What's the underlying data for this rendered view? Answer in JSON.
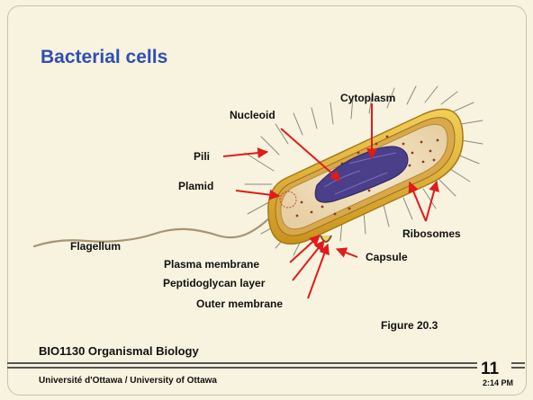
{
  "slide": {
    "title": "Bacterial cells",
    "figure_ref": "Figure 20.3",
    "course": "BIO1130 Organismal Biology",
    "university": "Université d'Ottawa / University of Ottawa",
    "page_number": "11",
    "time": "2:14 PM"
  },
  "diagram": {
    "labels": {
      "cytoplasm": "Cytoplasm",
      "nucleoid": "Nucleoid",
      "pili": "Pili",
      "plasmid": "Plamid",
      "ribosomes": "Ribosomes",
      "flagellum": "Flagellum",
      "capsule": "Capsule",
      "plasma_membrane": "Plasma membrane",
      "peptidoglycan_layer": "Peptidoglycan layer",
      "outer_membrane": "Outer membrane"
    },
    "colors": {
      "capsule": "#e8b52c",
      "cytoplasm": "#f2e2bf",
      "nucleoid": "#4a3f88",
      "arrows": "#e01b1b",
      "title": "#2f4fb3"
    }
  }
}
